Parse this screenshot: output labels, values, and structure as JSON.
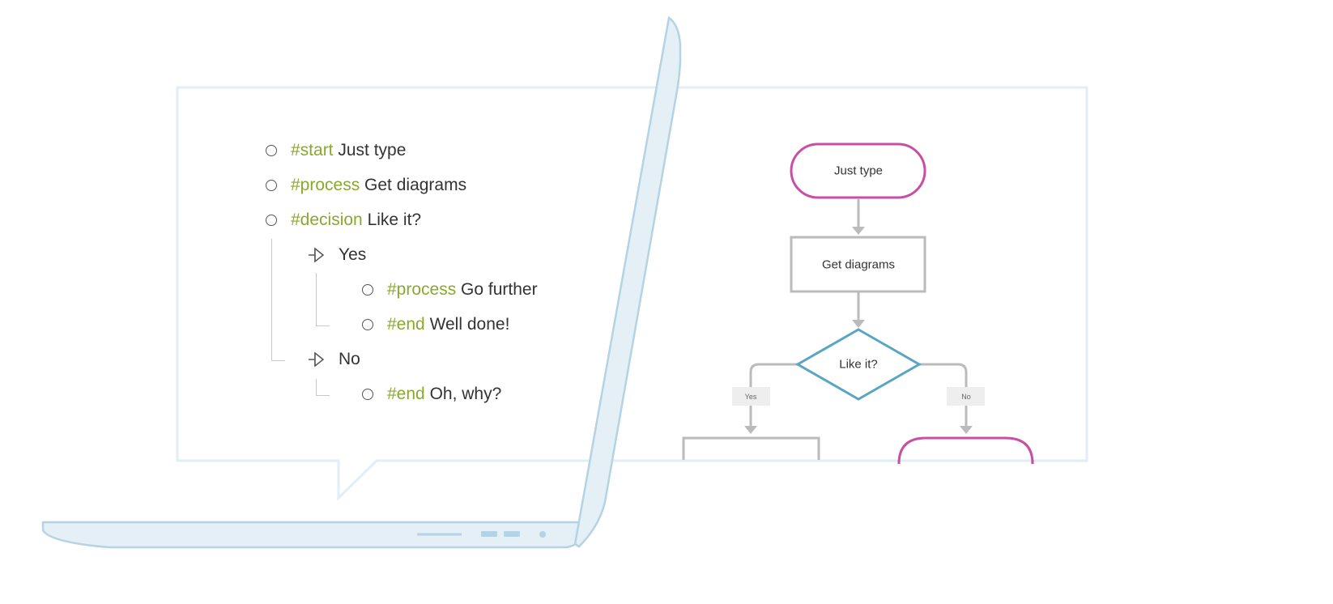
{
  "colors": {
    "tag": "#8aa82c",
    "text": "#333333",
    "start_end_node": "#c84fa3",
    "process_node": "#bbbbbb",
    "decision_node": "#5aa6c2",
    "laptop_fill": "#e4eff6",
    "laptop_stroke": "#b4d3e4",
    "connector": "#bbbbbb",
    "edge_label_bg": "#eeeeee"
  },
  "outline": [
    {
      "tag": "#start",
      "text": "Just type",
      "icon": "circle-bullet-icon"
    },
    {
      "tag": "#process",
      "text": "Get diagrams",
      "icon": "circle-bullet-icon"
    },
    {
      "tag": "#decision",
      "text": "Like it?",
      "icon": "circle-bullet-icon"
    },
    {
      "tag": "",
      "text": "Yes",
      "icon": "branch-arrow-icon"
    },
    {
      "tag": "#process",
      "text": "Go further",
      "icon": "circle-bullet-icon"
    },
    {
      "tag": "#end",
      "text": "Well done!",
      "icon": "circle-bullet-icon"
    },
    {
      "tag": "",
      "text": "No",
      "icon": "branch-arrow-icon"
    },
    {
      "tag": "#end",
      "text": "Oh, why?",
      "icon": "circle-bullet-icon"
    }
  ],
  "flowchart": {
    "start": "Just type",
    "process": "Get diagrams",
    "decision": "Like it?",
    "yes_label": "Yes",
    "no_label": "No"
  }
}
